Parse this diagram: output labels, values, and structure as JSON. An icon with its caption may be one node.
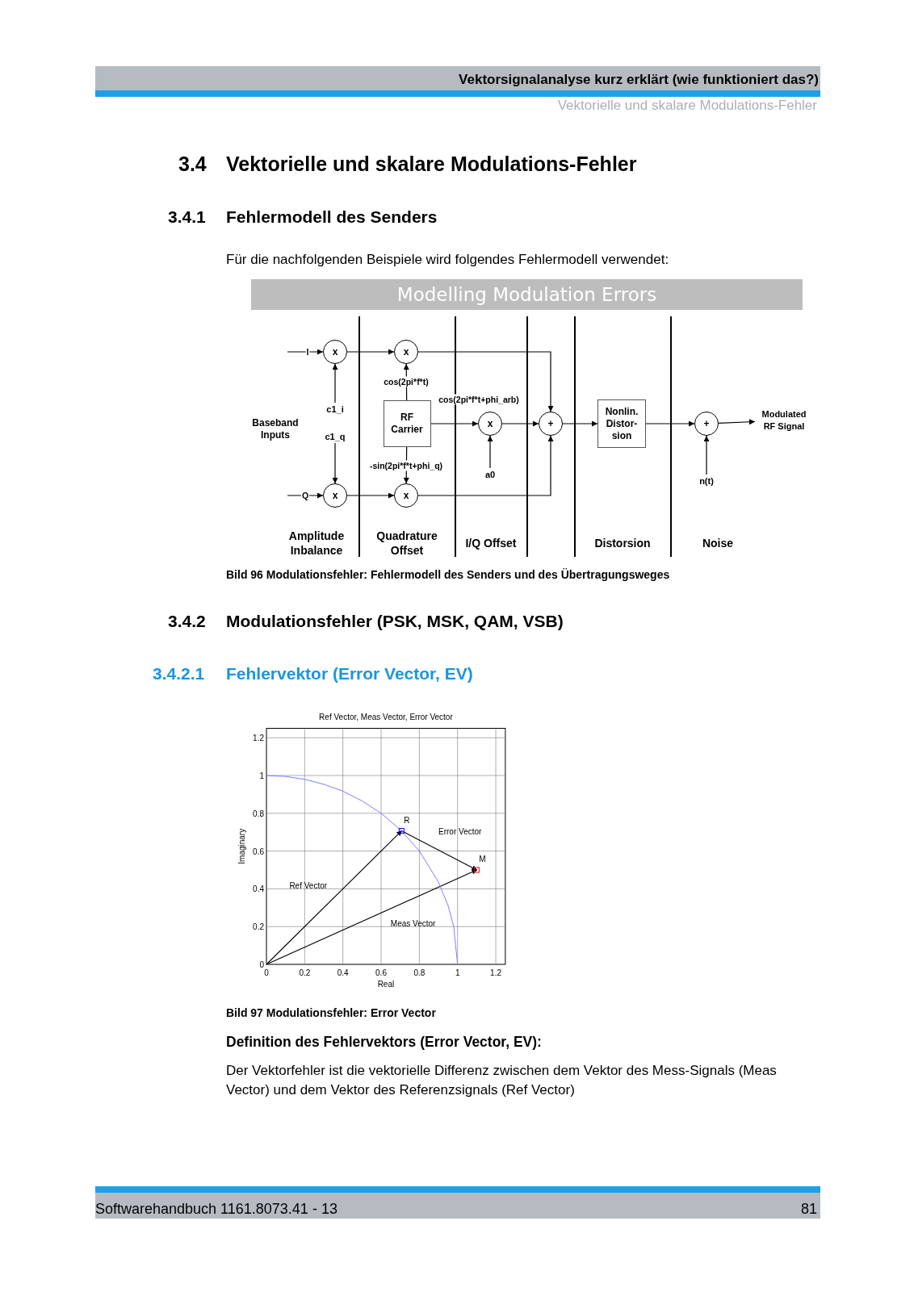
{
  "diagram": {
    "title": "Modelling Modulation Errors",
    "caption": "Bild 96 Modulationsfehler: Fehlermodell des Senders und des Übertragungsweges",
    "nodes": [
      {
        "text": [
          "c1_i"
        ]
      },
      {
        "text": [
          "x"
        ]
      },
      {
        "text": [
          "x"
        ]
      },
      {
        "text": [
          "RF Carrier"
        ]
      },
      {
        "text": [
          "c1_q"
        ]
      },
      {
        "text": [
          "x"
        ]
      },
      {
        "text": [
          "x"
        ]
      },
      {
        "text": [
          "x"
        ]
      },
      {
        "text": [
          "a0"
        ]
      },
      {
        "text": [
          "+"
        ]
      },
      {
        "text": [
          "Nonlin. Distor- sion"
        ]
      },
      {
        "text": [
          "+"
        ]
      },
      {
        "text": [
          "n(t)"
        ]
      },
      {
        "text": [
          "Modulated RF Signal"
        ]
      }
    ],
    "edges": [
      {
        "from": null,
        "to": 1,
        "arrow": "to",
        "label": "I"
      },
      {
        "from": null,
        "to": 5,
        "arrow": "to",
        "label": "Q"
      },
      {
        "from": 0,
        "to": 1,
        "arrow": "to"
      },
      {
        "from": 4,
        "to": 5,
        "arrow": "to"
      },
      {
        "from": 1,
        "to": 2,
        "arrow": "to"
      },
      {
        "from": 5,
        "to": 6,
        "arrow": "to"
      },
      {
        "from": 3,
        "to": 2,
        "arrow": "to",
        "label": "cos(2pi*f*t)"
      },
      {
        "from": 3,
        "to": 6,
        "arrow": "to",
        "label": "-sin(2pi*f*t+phi_q)"
      },
      {
        "from": 3,
        "to": 7,
        "arrow": "to",
        "label": "cos(2pi*f*t+phi_arb)"
      },
      {
        "from": 8,
        "to": 7,
        "arrow": "to"
      },
      {
        "from": 2,
        "to": 9,
        "arrow": "to"
      },
      {
        "from": 6,
        "to": 9,
        "arrow": "to"
      },
      {
        "from": 7,
        "to": 9,
        "arrow": "to"
      },
      {
        "from": 9,
        "to": 10,
        "arrow": "to"
      },
      {
        "from": 10,
        "to": 11,
        "arrow": "to"
      },
      {
        "from": 12,
        "to": 11,
        "arrow": "to"
      },
      {
        "from": 11,
        "to": 13,
        "arrow": "to"
      }
    ],
    "labels": [
      "Vektorsignalanalyse kurz erklärt (wie funktioniert das?)",
      "Vektorielle und skalare Modulations-Fehler",
      "3.4",
      "Vektorielle und skalare Modulations-Fehler",
      "3.4.1",
      "Fehlermodell des Senders",
      "Für die nachfolgenden Beispiele wird folgendes Fehlermodell verwendet:",
      "Baseband Inputs",
      "Amplitude Inbalance",
      "Quadrature Offset",
      "I/Q Offset",
      "Distorsion",
      "Noise",
      "3.4.2",
      "Modulationsfehler (PSK, MSK, QAM, VSB)",
      "3.4.2.1",
      "Fehlervektor (Error Vector, EV)",
      "Bild 97 Modulationsfehler: Error Vector",
      "Definition des Fehlervektors (Error Vector, EV):",
      "Der Vektorfehler ist die vektorielle Differenz zwischen dem Vektor des Mess-Signals (Meas Vector) und dem Vektor des Referenzsignals (Ref Vector)",
      "Softwarehandbuch 1161.8073.41 - 13",
      "81"
    ],
    "chart_data": {
      "type": "line",
      "title": "Ref Vector, Meas Vector, Error Vector",
      "xlabel": "Real",
      "ylabel": "Imaginary",
      "x": [
        0,
        0.1,
        0.2,
        0.3,
        0.4,
        0.5,
        0.6,
        0.7,
        0.707,
        0.8,
        0.9,
        0.95,
        0.98,
        1,
        1.1
      ],
      "series": [
        {
          "name": "Ref Vector",
          "color": "#000000",
          "values": [
            0,
            null,
            null,
            null,
            null,
            null,
            null,
            null,
            0.707,
            null,
            null,
            null,
            null,
            null,
            null
          ]
        },
        {
          "name": "Meas Vector",
          "color": "#000000",
          "values": [
            0,
            null,
            null,
            null,
            null,
            null,
            null,
            null,
            null,
            null,
            null,
            null,
            null,
            null,
            0.5
          ]
        },
        {
          "name": "Error Vector",
          "color": "#000000",
          "values": [
            null,
            null,
            null,
            null,
            null,
            null,
            null,
            null,
            0.707,
            null,
            null,
            null,
            null,
            null,
            0.5
          ]
        },
        {
          "name": null,
          "color": "#7f7fff",
          "values": [
            1,
            0.995,
            0.98,
            0.954,
            0.917,
            0.866,
            0.8,
            0.714,
            0.707,
            0.6,
            0.436,
            0.312,
            0.199,
            0,
            null
          ]
        }
      ],
      "xlim": [
        0,
        1.25
      ],
      "ylim": [
        0,
        1.25
      ],
      "xticks": [
        0,
        0.2,
        0.4,
        0.6,
        0.8,
        1,
        1.2
      ],
      "yticks": [
        0,
        0.2,
        0.4,
        0.6,
        0.8,
        1,
        1.2
      ],
      "annotations": [
        {
          "text": "R",
          "x": 0.707,
          "y": 0.707
        },
        {
          "text": "M",
          "x": 1.1,
          "y": 0.5
        }
      ],
      "grid": true
    }
  }
}
